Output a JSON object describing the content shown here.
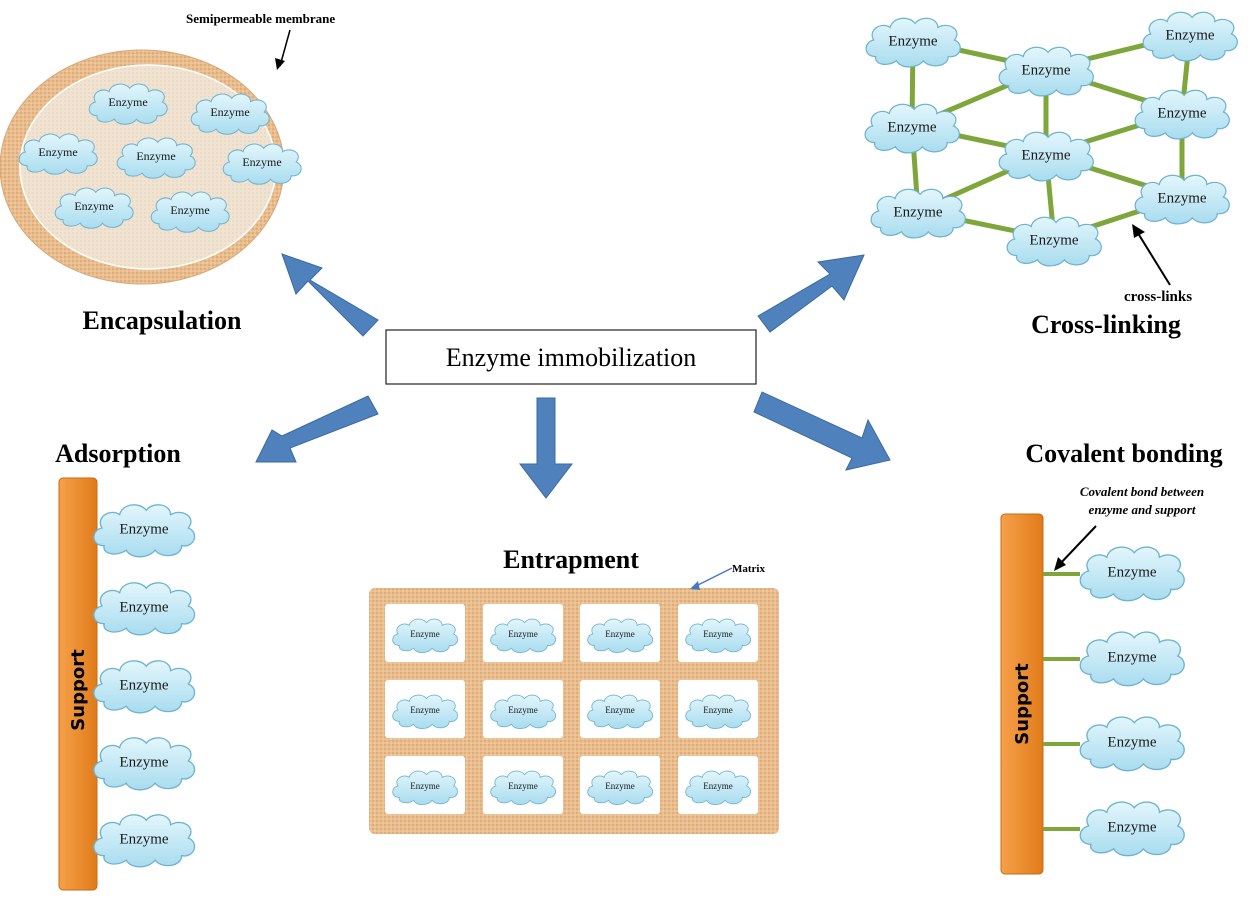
{
  "center": {
    "label": "Enzyme immobilization"
  },
  "methods": {
    "encapsulation": {
      "title": "Encapsulation",
      "annotation": "Semipermeable membrane",
      "enzymes": [
        "Enzyme",
        "Enzyme",
        "Enzyme",
        "Enzyme",
        "Enzyme",
        "Enzyme",
        "Enzyme"
      ]
    },
    "cross_linking": {
      "title": "Cross-linking",
      "annotation": "cross-links",
      "enzymes": [
        "Enzyme",
        "Enzyme",
        "Enzyme",
        "Enzyme",
        "Enzyme",
        "Enzyme",
        "Enzyme",
        "Enzyme",
        "Enzyme"
      ]
    },
    "adsorption": {
      "title": "Adsorption",
      "support_label": "Support",
      "enzymes": [
        "Enzyme",
        "Enzyme",
        "Enzyme",
        "Enzyme",
        "Enzyme"
      ]
    },
    "entrapment": {
      "title": "Entrapment",
      "annotation": "Matrix",
      "enzymes": [
        "Enzyme",
        "Enzyme",
        "Enzyme",
        "Enzyme",
        "Enzyme",
        "Enzyme",
        "Enzyme",
        "Enzyme",
        "Enzyme",
        "Enzyme",
        "Enzyme",
        "Enzyme"
      ]
    },
    "covalent_bonding": {
      "title": "Covalent bonding",
      "support_label": "Support",
      "annotation_line1": "Covalent bond between",
      "annotation_line2": "enzyme and support",
      "enzymes": [
        "Enzyme",
        "Enzyme",
        "Enzyme",
        "Enzyme"
      ]
    }
  },
  "colors": {
    "arrow": "#4f81bd",
    "cloud_fill": "#bfe7f5",
    "cloud_stroke": "#6fb4cf",
    "support": "#f28c28",
    "membrane": "#e8b98a",
    "crosslink": "#7ea63a"
  }
}
